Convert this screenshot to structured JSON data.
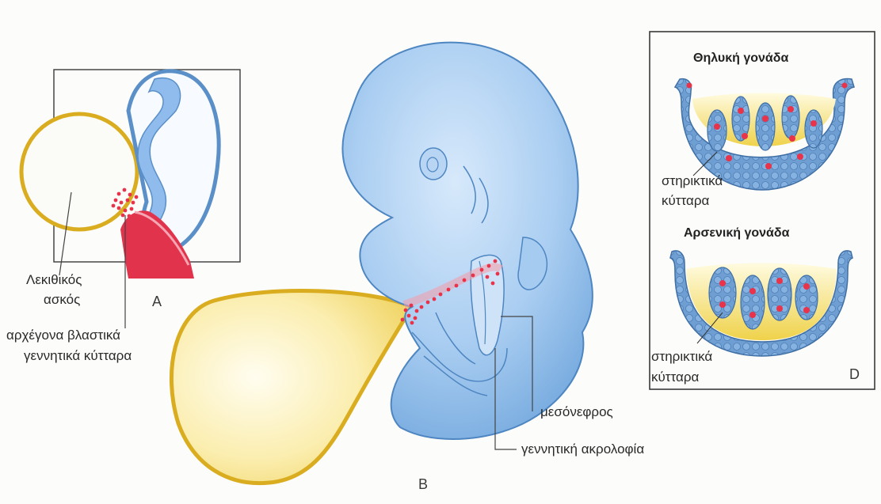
{
  "panelA": {
    "letter": "A",
    "yolk_sac_label_line1": "Λεκιθικός",
    "yolk_sac_label_line2": "ασκός",
    "germ_cells_line1": "αρχέγονα βλαστικά",
    "germ_cells_line2": "γεννητικά κύτταρα"
  },
  "panelB": {
    "letter": "B",
    "mesonephros_label": "μεσόνεφρος",
    "genital_ridge_label": "γεννητική ακρολοφία"
  },
  "panelD": {
    "letter": "D",
    "female_title": "Θηλυκή γονάδα",
    "male_title": "Αρσενική γονάδα",
    "support_female_line1": "στηρικτικά",
    "support_female_line2": "κύτταρα",
    "support_male_line1": "στηρικτικά",
    "support_male_line2": "κύτταρα"
  },
  "colors": {
    "embryo_blue": "#9fc6ee",
    "outline_blue": "#5a8fc8",
    "yolk_yellow": "#f4dc6a",
    "yolk_outline": "#d9ad1f",
    "germ_red": "#e8334a"
  }
}
